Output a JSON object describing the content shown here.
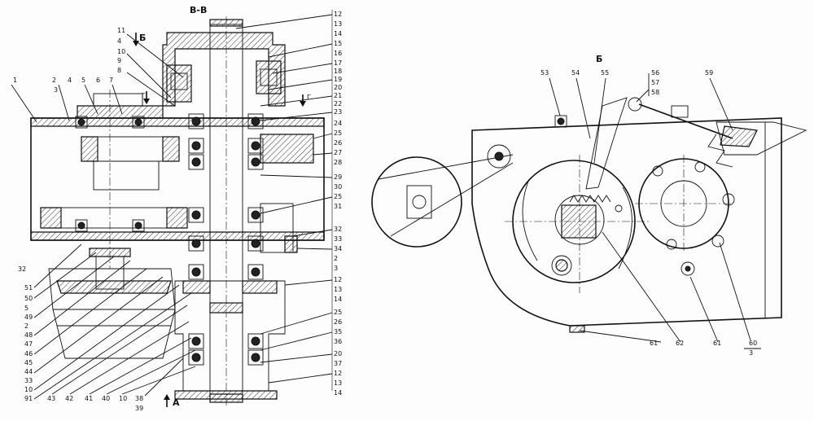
{
  "views": {
    "left_section": "В-В",
    "right_view": "Б",
    "arrow_b": "Б",
    "arrow_g": "Г",
    "arrow_a": "А",
    "arrow_g2": "Г"
  },
  "left_callouts_left": [
    "1",
    "2",
    "3",
    "4",
    "5",
    "6",
    "7",
    "11",
    "4",
    "10",
    "9",
    "8",
    "32",
    "51",
    "50",
    "5",
    "49",
    "2",
    "48",
    "47",
    "46",
    "45",
    "44",
    "33",
    "10",
    "91",
    "43",
    "42",
    "41",
    "40",
    "10",
    "38",
    "39"
  ],
  "left_callouts_right": [
    "12",
    "13",
    "14",
    "15",
    "16",
    "17",
    "18",
    "19",
    "20",
    "21",
    "22",
    "23",
    "24",
    "25",
    "26",
    "27",
    "28",
    "29",
    "30",
    "25",
    "31",
    "32",
    "33",
    "34",
    "2",
    "3",
    "12",
    "13",
    "14",
    "25",
    "26",
    "35",
    "36",
    "20",
    "37",
    "12",
    "13",
    "14"
  ],
  "right_callouts": [
    "53",
    "54",
    "55",
    "56",
    "57",
    "58",
    "59",
    "61",
    "62",
    "61",
    "60",
    "3"
  ]
}
